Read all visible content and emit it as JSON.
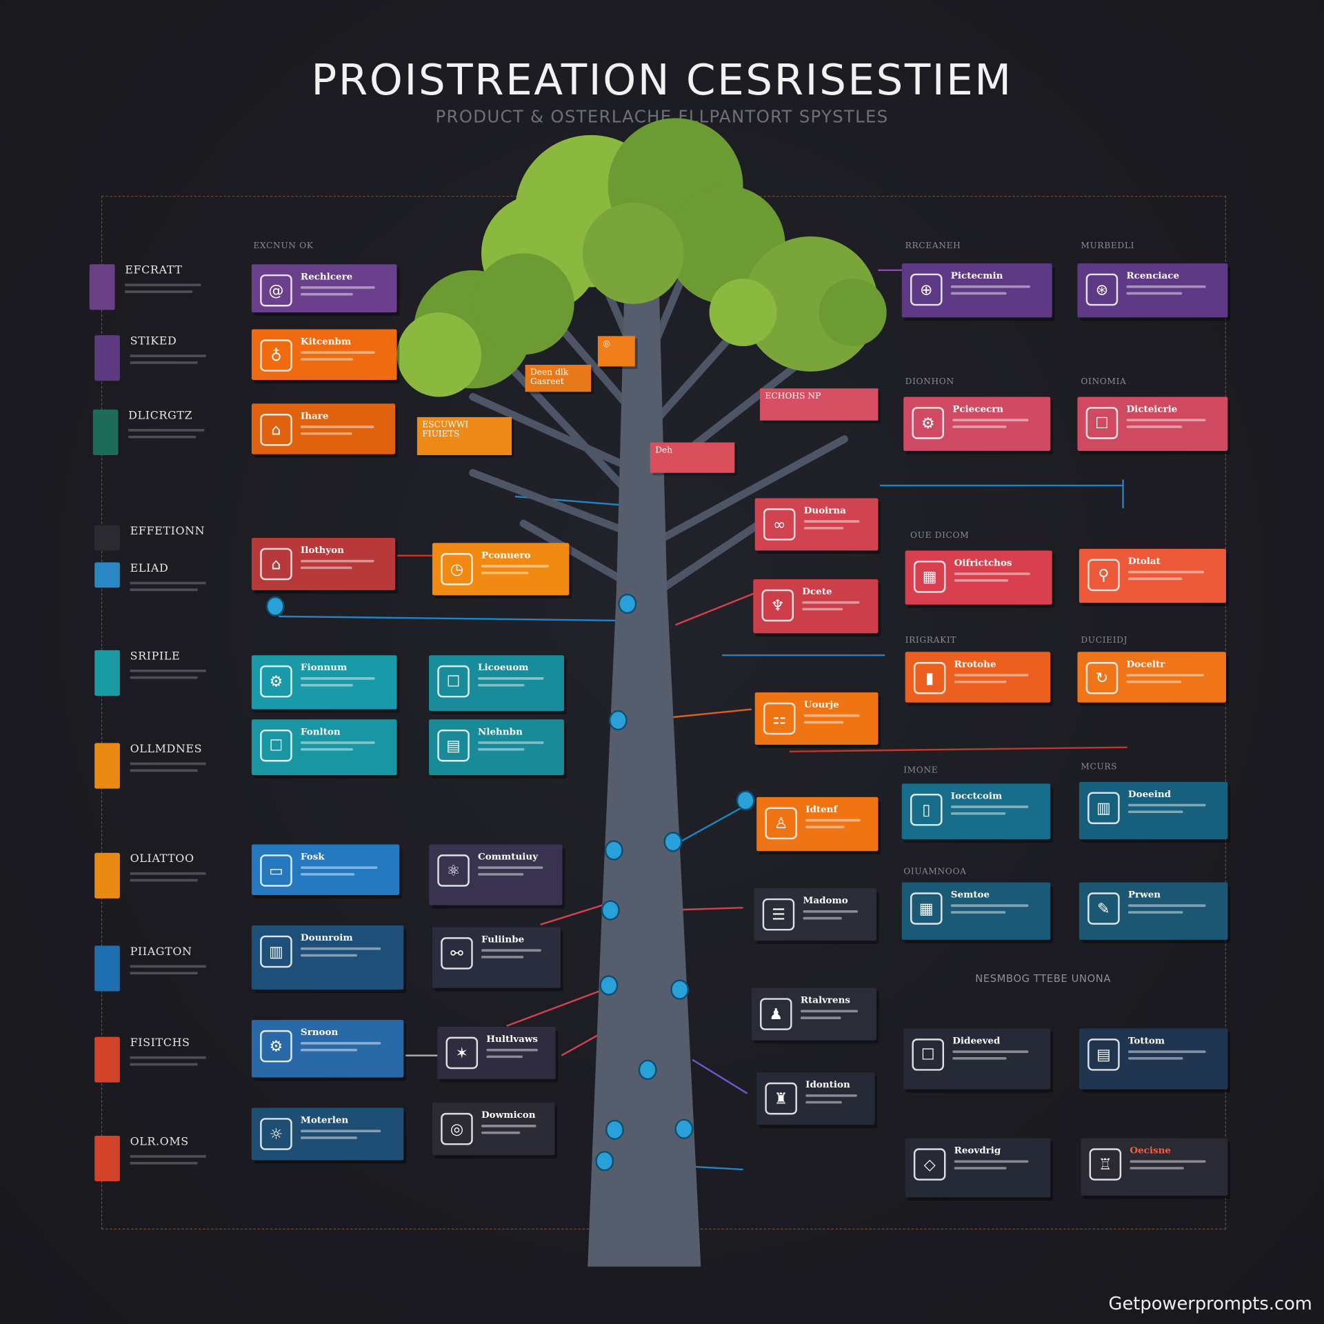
{
  "title": "PROISTREATION CESRISESTIEM",
  "subtitle": "PRODUCT & OSTERLACHE FLLPANTORT SPYSTLES",
  "watermark": "Getpowerprompts.com",
  "section_heading": "NESMBOG TTEBE UNONA",
  "column_headers": [
    "EXCNUN OK",
    "RRCEANEH",
    "MURBEDLI",
    "DIONHON",
    "OINOMIA",
    "OUE DICOM",
    "IRIGRAKIT",
    "DUCIEIDJ",
    "IMONE",
    "MCURS",
    "OIUAMNOOA"
  ],
  "left_items": [
    {
      "label": "EFCRATT",
      "color": "#6a3f86"
    },
    {
      "label": "STIKED",
      "color": "#5d3a80"
    },
    {
      "label": "DLICRGTZ",
      "color": "#1f6b5a"
    },
    {
      "label": "EFFETIONN",
      "color": "#2a2a30"
    },
    {
      "label": "ELIAD",
      "color": "#2b86c4"
    },
    {
      "label": "SRIPILE",
      "color": "#1a9aa3"
    },
    {
      "label": "OLLMDNES",
      "color": "#e98a12"
    },
    {
      "label": "OLIATTOO",
      "color": "#e98a12"
    },
    {
      "label": "PIIAGTON",
      "color": "#1f6fb0"
    },
    {
      "label": "FISITCHS",
      "color": "#d2432a"
    },
    {
      "label": "OLR.OMS",
      "color": "#d2432a"
    }
  ],
  "tree_tags": [
    {
      "title": "ESCUWWI FIUIETS",
      "color": "#ef8a18"
    },
    {
      "title": "Deen dlk Gasreet",
      "color": "#e8791a"
    },
    {
      "title": "◎",
      "color": "#ef7d1a"
    },
    {
      "title": "Deh",
      "color": "#d9505c"
    },
    {
      "title": "ECHOHS NP",
      "color": "#d64f62"
    }
  ],
  "cards": [
    {
      "title": "Rechlcere",
      "color": "#6a3f8c",
      "icon": "spiral-icon",
      "glyph": "@"
    },
    {
      "title": "Kitcenbm",
      "color": "#f06a10",
      "icon": "trophy-icon",
      "glyph": "♁"
    },
    {
      "title": "Ihare",
      "color": "#e0620f",
      "icon": "factory-icon",
      "glyph": "⌂"
    },
    {
      "title": "Ilothyon",
      "color": "#b8393a",
      "icon": "home-icon",
      "glyph": "⌂"
    },
    {
      "title": "Fionnum",
      "color": "#1a9aa8",
      "icon": "gear-icon",
      "glyph": "⚙"
    },
    {
      "title": "Fonlton",
      "color": "#1a96a3",
      "icon": "document-icon",
      "glyph": "☐"
    },
    {
      "title": "Fosk",
      "color": "#2478c0",
      "icon": "chat-icon",
      "glyph": "▭"
    },
    {
      "title": "Dounroim",
      "color": "#1d4f78",
      "icon": "building-icon",
      "glyph": "▥"
    },
    {
      "title": "Srnoon",
      "color": "#2a69a8",
      "icon": "gear-icon",
      "glyph": "⚙"
    },
    {
      "title": "Moterlen",
      "color": "#1f4e74",
      "icon": "bulb-icon",
      "glyph": "☼"
    },
    {
      "title": "Pconuero",
      "color": "#f08a12",
      "icon": "clock-icon",
      "glyph": "◷"
    },
    {
      "title": "Licoeuom",
      "color": "#188c9a",
      "icon": "document-icon",
      "glyph": "☐"
    },
    {
      "title": "Nlehnbn",
      "color": "#198a98",
      "icon": "file-icon",
      "glyph": "▤"
    },
    {
      "title": "Commtuiuy",
      "color": "#3a3350",
      "icon": "network-icon",
      "glyph": "⚛"
    },
    {
      "title": "Fuliinbe",
      "color": "#2a2d3d",
      "icon": "nodes-icon",
      "glyph": "⚯"
    },
    {
      "title": "Hultlvaws",
      "color": "#2e2c3e",
      "icon": "star-icon",
      "glyph": "✶"
    },
    {
      "title": "Dowmicon",
      "color": "#2b2b36",
      "icon": "compass-icon",
      "glyph": "◎"
    },
    {
      "title": "Duoirna",
      "color": "#d0434f",
      "icon": "link-icon",
      "glyph": "∞"
    },
    {
      "title": "Dcete",
      "color": "#cc3f4a",
      "icon": "fish-icon",
      "glyph": "♆"
    },
    {
      "title": "Uourje",
      "color": "#ef7414",
      "icon": "network-icon",
      "glyph": "⚏"
    },
    {
      "title": "Idtenf",
      "color": "#ef7414",
      "icon": "user-icon",
      "glyph": "♙"
    },
    {
      "title": "Madomo",
      "color": "#2b2d38",
      "icon": "list-icon",
      "glyph": "☰"
    },
    {
      "title": "Rtalvrens",
      "color": "#2a2c37",
      "icon": "people-icon",
      "glyph": "♟"
    },
    {
      "title": "Idontion",
      "color": "#262a36",
      "icon": "chair-icon",
      "glyph": "♜"
    },
    {
      "title": "Pictecmin",
      "color": "#5e3a86",
      "icon": "globe-icon",
      "glyph": "⊕"
    },
    {
      "title": "Rcenciace",
      "color": "#5e3a86",
      "icon": "brain-icon",
      "glyph": "⊛"
    },
    {
      "title": "Pciececrn",
      "color": "#d14a63",
      "icon": "gear-icon",
      "glyph": "⚙"
    },
    {
      "title": "Dicteicrie",
      "color": "#cf4a60",
      "icon": "document-icon",
      "glyph": "☐"
    },
    {
      "title": "Oifrictchos",
      "color": "#d8404f",
      "icon": "chart-icon",
      "glyph": "▦"
    },
    {
      "title": "Dtolat",
      "color": "#ec5a3a",
      "icon": "location-icon",
      "glyph": "⚲"
    },
    {
      "title": "Rrotohe",
      "color": "#ec5f1e",
      "icon": "bar-icon",
      "glyph": "▮"
    },
    {
      "title": "Doceltr",
      "color": "#f07418",
      "icon": "refresh-icon",
      "glyph": "↻"
    },
    {
      "title": "Iocctcoim",
      "color": "#176d8a",
      "icon": "devices-icon",
      "glyph": "▯"
    },
    {
      "title": "Doeeind",
      "color": "#17607d",
      "icon": "chart-icon",
      "glyph": "▥"
    },
    {
      "title": "Semtoe",
      "color": "#1a5a76",
      "icon": "dashboard-icon",
      "glyph": "▦"
    },
    {
      "title": "Prwen",
      "color": "#1b5773",
      "icon": "tool-icon",
      "glyph": "✎"
    },
    {
      "title": "Dideeved",
      "color": "#252a36",
      "icon": "document-icon",
      "glyph": "☐"
    },
    {
      "title": "Tottom",
      "color": "#1f3550",
      "icon": "file-icon",
      "glyph": "▤"
    },
    {
      "title": "Reovdrig",
      "color": "#252a36",
      "icon": "tag-icon",
      "glyph": "◇"
    },
    {
      "title": "Oecisne",
      "color": "#2a2a35",
      "icon": "robot-icon",
      "glyph": "♖"
    }
  ]
}
